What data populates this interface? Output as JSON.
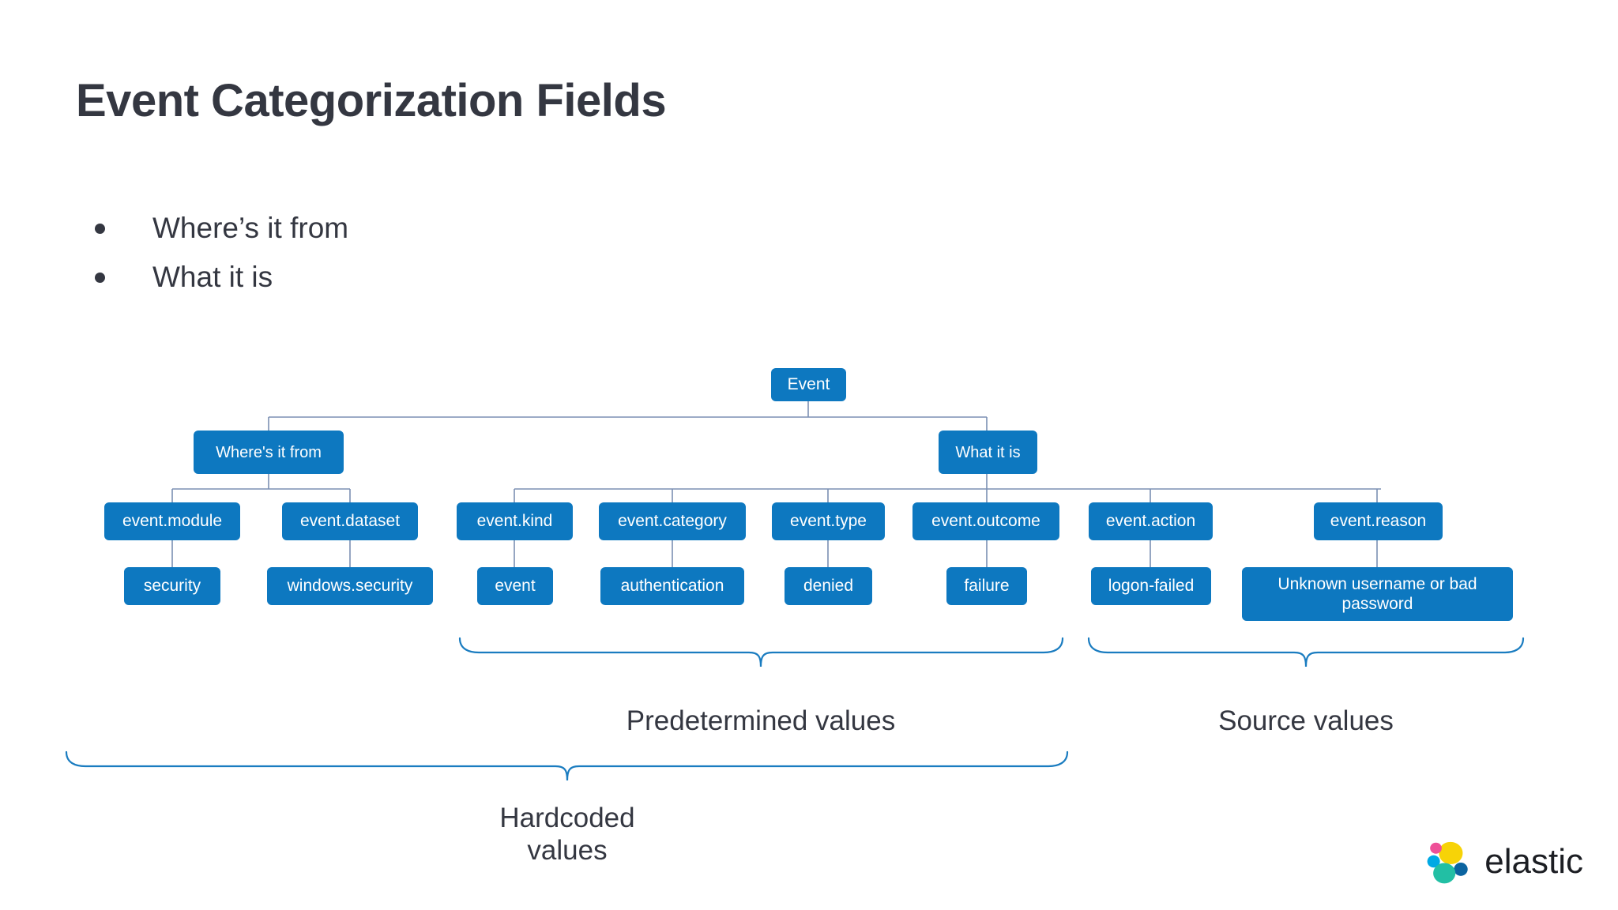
{
  "slide": {
    "title": "Event Categorization Fields",
    "bullets": [
      {
        "text": "Where’s it from"
      },
      {
        "text": "What it is"
      }
    ]
  },
  "colors": {
    "node_blue": "#0d78c0",
    "connector": "#7b8fb3",
    "brace": "#1a7cc0",
    "text_dark": "#343741"
  },
  "diagram": {
    "type": "tree",
    "root": {
      "label": "Event"
    },
    "branches": [
      {
        "label": "Where's it from"
      },
      {
        "label": "What it is"
      }
    ],
    "fields": [
      {
        "label": "event.module",
        "branch": "Where's it from",
        "group": "Hardcoded values"
      },
      {
        "label": "event.dataset",
        "branch": "Where's it from",
        "group": "Hardcoded values"
      },
      {
        "label": "event.kind",
        "branch": "What it is",
        "group": "Predetermined values"
      },
      {
        "label": "event.category",
        "branch": "What it is",
        "group": "Predetermined values"
      },
      {
        "label": "event.type",
        "branch": "What it is",
        "group": "Predetermined values"
      },
      {
        "label": "event.outcome",
        "branch": "What it is",
        "group": "Predetermined values"
      },
      {
        "label": "event.action",
        "branch": "What it is",
        "group": "Source values"
      },
      {
        "label": "event.reason",
        "branch": "What it is",
        "group": "Source values"
      }
    ],
    "values": [
      {
        "label": "security"
      },
      {
        "label": "windows.security"
      },
      {
        "label": "event"
      },
      {
        "label": "authentication"
      },
      {
        "label": "denied"
      },
      {
        "label": "failure"
      },
      {
        "label": "logon-failed"
      },
      {
        "label": "Unknown username or bad password"
      }
    ],
    "braces": [
      {
        "label": "Predetermined values"
      },
      {
        "label": "Source values"
      },
      {
        "label": "Hardcoded\nvalues"
      }
    ]
  },
  "branding": {
    "wordmark": "elastic"
  }
}
